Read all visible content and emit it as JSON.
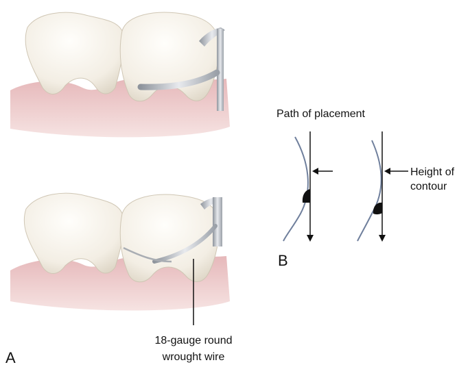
{
  "panel_a": {
    "letter": "A",
    "wire_label_line1": "18-gauge round",
    "wire_label_line2": "wrought wire"
  },
  "panel_b": {
    "letter": "B",
    "path_label": "Path of placement",
    "height_label_line1": "Height of",
    "height_label_line2": "contour"
  },
  "colors": {
    "gum": "#d9a3a6",
    "tooth": "#f3efe6",
    "wire": "#b8bcc2",
    "contour_curve": "#6f7f9c",
    "ink": "#111111"
  }
}
